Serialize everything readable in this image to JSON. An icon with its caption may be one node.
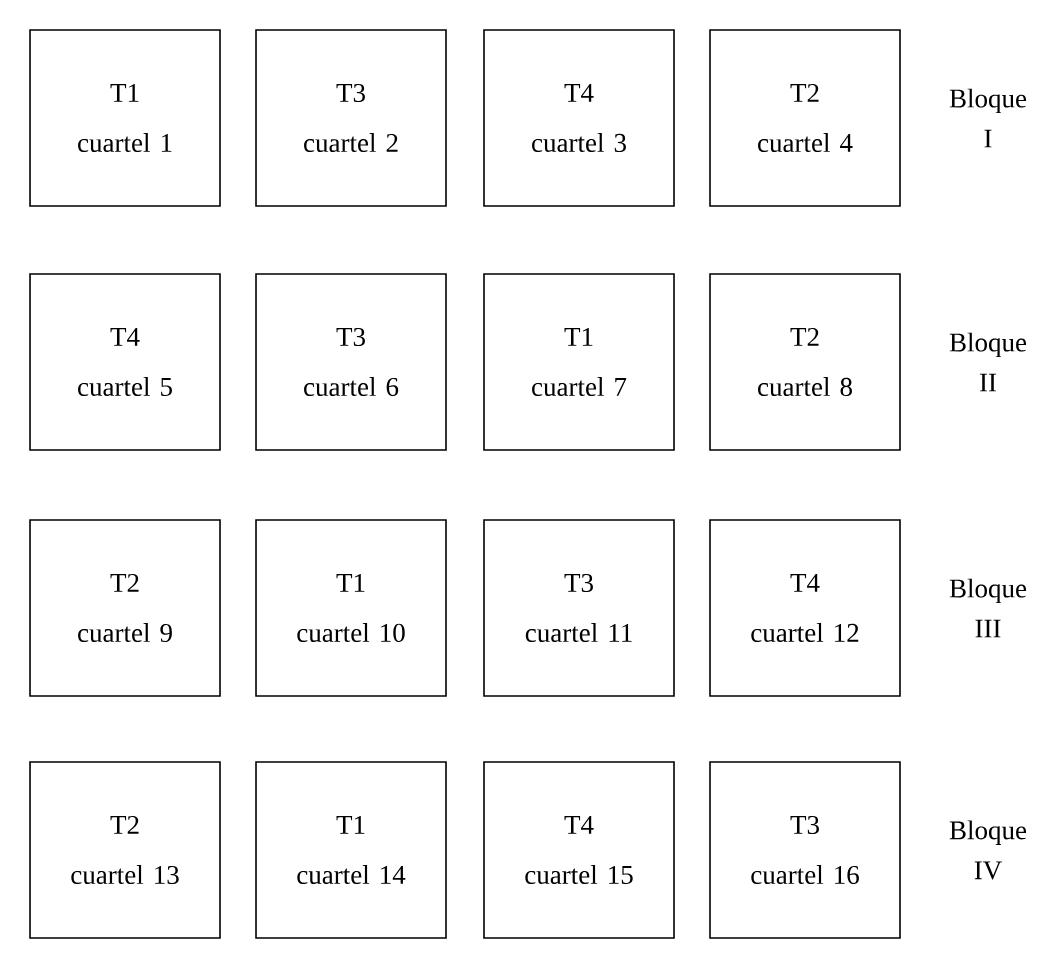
{
  "diagram": {
    "nodes": [
      {
        "text": [
          "T1",
          "cuartel 1"
        ]
      },
      {
        "text": [
          "T3",
          "cuartel 2"
        ]
      },
      {
        "text": [
          "T4",
          "cuartel 3"
        ]
      },
      {
        "text": [
          "T2",
          "cuartel 4"
        ]
      },
      {
        "text": [
          "T4",
          "cuartel 5"
        ]
      },
      {
        "text": [
          "T3",
          "cuartel 6"
        ]
      },
      {
        "text": [
          "T1",
          "cuartel 7"
        ]
      },
      {
        "text": [
          "T2",
          "cuartel 8"
        ]
      },
      {
        "text": [
          "T2",
          "cuartel 9"
        ]
      },
      {
        "text": [
          "T1",
          "cuartel 10"
        ]
      },
      {
        "text": [
          "T3",
          "cuartel 11"
        ]
      },
      {
        "text": [
          "T4",
          "cuartel 12"
        ]
      },
      {
        "text": [
          "T2",
          "cuartel 13"
        ]
      },
      {
        "text": [
          "T1",
          "cuartel 14"
        ]
      },
      {
        "text": [
          "T4",
          "cuartel 15"
        ]
      },
      {
        "text": [
          "T3",
          "cuartel 16"
        ]
      }
    ],
    "labels": [
      "Bloque I",
      "Bloque II",
      "Bloque III",
      "Bloque IV"
    ]
  }
}
